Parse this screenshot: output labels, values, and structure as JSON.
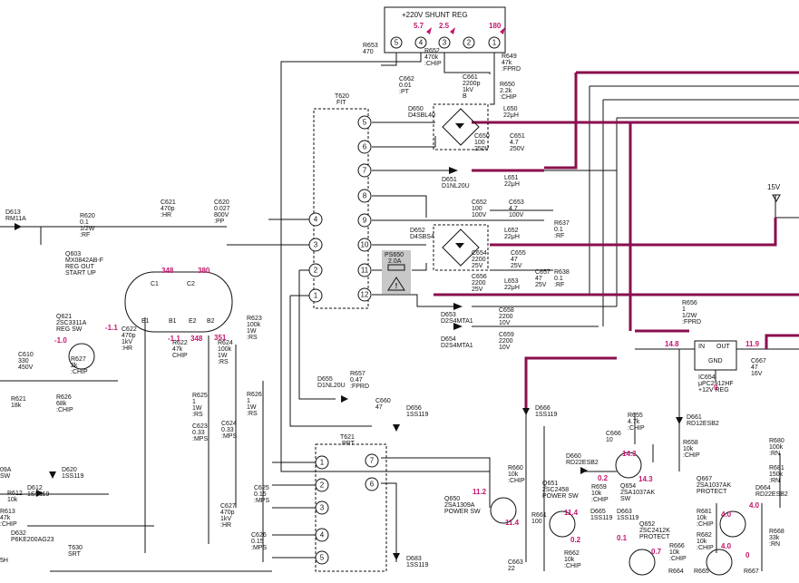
{
  "title": "+220V SHUNT REG",
  "supply": "15V",
  "connector_pins": [
    "5",
    "4",
    "3",
    "2",
    "1"
  ],
  "pin_voltages": [
    "5.7",
    "2.5",
    "180"
  ],
  "transformer_t620": {
    "ref": "T620",
    "type": "FIT",
    "primary_pins": [
      "4",
      "3",
      "2",
      "1"
    ],
    "secondary_pins": [
      "5",
      "6",
      "7",
      "8",
      "9",
      "10",
      "11",
      "12"
    ]
  },
  "transformer_t621": {
    "ref": "T621",
    "type": "PRT",
    "left_pins": [
      "1",
      "2",
      "3",
      "4",
      "5"
    ],
    "right_pins": [
      "7",
      "6"
    ]
  },
  "fuse": {
    "ref": "PS650",
    "rating": "2.0A"
  },
  "components": [
    {
      "id": "r653",
      "text": "R653\n470"
    },
    {
      "id": "r652",
      "text": "R652\n470k\n:CHIP"
    },
    {
      "id": "c662",
      "text": "C662\n0.01\n:PT"
    },
    {
      "id": "c661",
      "text": "C661\n2200p\n1kV\nB"
    },
    {
      "id": "r649",
      "text": "R649\n47k\n:FPRD"
    },
    {
      "id": "r650",
      "text": "R650\n2.2k\n:CHIP"
    },
    {
      "id": "d650",
      "text": "D650\nD4SBL40"
    },
    {
      "id": "l650",
      "text": "L650\n22μH"
    },
    {
      "id": "c650",
      "text": "C650\n100\n250V"
    },
    {
      "id": "c651",
      "text": "C651\n4.7\n250V"
    },
    {
      "id": "d651",
      "text": "D651\nD1NL20U"
    },
    {
      "id": "l651",
      "text": "L651\n22μH"
    },
    {
      "id": "c652",
      "text": "C652\n100\n100V"
    },
    {
      "id": "c653",
      "text": "C653\n4.7\n100V"
    },
    {
      "id": "d652",
      "text": "D652\nD4SBS4"
    },
    {
      "id": "l652",
      "text": "L652\n22μH"
    },
    {
      "id": "c654",
      "text": "C654\n2200\n25V"
    },
    {
      "id": "c655",
      "text": "C655\n47\n25V"
    },
    {
      "id": "c656",
      "text": "C656\n2200\n25V"
    },
    {
      "id": "c657",
      "text": "C657\n47\n25V"
    },
    {
      "id": "l653",
      "text": "L653\n22μH"
    },
    {
      "id": "r637",
      "text": "R637\n0.1\n:RF"
    },
    {
      "id": "r638",
      "text": "R638\n0.1\n:RF"
    },
    {
      "id": "d653",
      "text": "D653\nD2S4MTA1"
    },
    {
      "id": "c658",
      "text": "C658\n2200\n10V"
    },
    {
      "id": "d654",
      "text": "D654\nD2S4MTA1"
    },
    {
      "id": "c659",
      "text": "C659\n2200\n10V"
    },
    {
      "id": "r656",
      "text": "R656\n1\n1/2W\n:FPRD"
    },
    {
      "id": "ic654",
      "text": "IC654\nμPC2912HF\n+12V REG"
    },
    {
      "id": "c667",
      "text": "C667\n47\n16V"
    },
    {
      "id": "d613",
      "text": "D613\nRM11A"
    },
    {
      "id": "r620",
      "text": "R620\n0.1\n1/2W\n:RF"
    },
    {
      "id": "c621",
      "text": "C621\n470p\n:HR"
    },
    {
      "id": "c620",
      "text": "C620\n0.027\n800V\n:PP"
    },
    {
      "id": "q603",
      "text": "Q603\nMX0842AB-F\nREG OUT\nSTART UP"
    },
    {
      "id": "q621",
      "text": "Q621\n2SC3311A\nREG SW"
    },
    {
      "id": "c622",
      "text": "C622\n470p\n1kV\n:HR"
    },
    {
      "id": "r622",
      "text": "R622\n47k\nCHIP"
    },
    {
      "id": "r623",
      "text": "R623\n100k\n1W\n:RS"
    },
    {
      "id": "r624",
      "text": "R624\n100k\n1W\n:RS"
    },
    {
      "id": "c610",
      "text": "C610\n330\n450V"
    },
    {
      "id": "r627",
      "text": "R627\n2k\n:CHIP"
    },
    {
      "id": "r621",
      "text": "R621\n18k"
    },
    {
      "id": "r626",
      "text": "R626\n68k\n:CHIP"
    },
    {
      "id": "r625",
      "text": "R625\n1\n1W\n:RS"
    },
    {
      "id": "r626b",
      "text": "R626\n1\n1W\n:RS"
    },
    {
      "id": "c623",
      "text": "C623\n0.33\n:MPS"
    },
    {
      "id": "c624",
      "text": "C624\n0.33\n:MPS"
    },
    {
      "id": "d655",
      "text": "D655\nD1NL20U"
    },
    {
      "id": "r657",
      "text": "R657\n0.47\n:FPRD"
    },
    {
      "id": "c660",
      "text": "C660\n47"
    },
    {
      "id": "d656",
      "text": "D656\n1SS119"
    },
    {
      "id": "d666",
      "text": "D666\n1SS119"
    },
    {
      "id": "r655",
      "text": "R655\n4.7k\n:CHIP"
    },
    {
      "id": "c666",
      "text": "C666\n10"
    },
    {
      "id": "d661",
      "text": "D661\nRD12ESB2"
    },
    {
      "id": "r658",
      "text": "R658\n10k\n:CHIP"
    },
    {
      "id": "d660",
      "text": "D660\nRD22ESB2"
    },
    {
      "id": "q654",
      "text": "Q654\n2SA1037AK\nSW"
    },
    {
      "id": "r680",
      "text": "R680\n100k\n:RN"
    },
    {
      "id": "r681",
      "text": "R681\n150k\n:RN"
    },
    {
      "id": "q667",
      "text": "Q667\n2SA1037AK\nPROTECT"
    },
    {
      "id": "d664",
      "text": "D664\nRD22ESB2"
    },
    {
      "id": "c625",
      "text": "C625\n0.15\n:MPS"
    },
    {
      "id": "c627",
      "text": "C627\n470p\n1kV\n:HR"
    },
    {
      "id": "c626",
      "text": "C626\n0.15\n:MPS"
    },
    {
      "id": "r660",
      "text": "R660\n10k\n:CHIP"
    },
    {
      "id": "q650",
      "text": "Q650\n2SA1309A\nPOWER SW"
    },
    {
      "id": "r661",
      "text": "R661\n100"
    },
    {
      "id": "q651",
      "text": "Q651\n2SC2458\nPOWER SW"
    },
    {
      "id": "r659",
      "text": "R659\n10k\n:CHIP"
    },
    {
      "id": "d665",
      "text": "D665\n1SS119"
    },
    {
      "id": "d663",
      "text": "D663\n1SS119"
    },
    {
      "id": "q652",
      "text": "Q652\n2SC2412K\nPROTECT"
    },
    {
      "id": "r662",
      "text": "R662\n10k\n:CHIP"
    },
    {
      "id": "r666",
      "text": "R666\n10k\n:CHIP"
    },
    {
      "id": "r664",
      "text": "R664"
    },
    {
      "id": "r665",
      "text": "R665"
    },
    {
      "id": "r681b",
      "text": "R681\n10k\n:CHIP"
    },
    {
      "id": "r682",
      "text": "R682\n10k\n:CHIP"
    },
    {
      "id": "r667",
      "text": "R667"
    },
    {
      "id": "r668",
      "text": "R668\n33k\n:RN"
    },
    {
      "id": "c663",
      "text": "C663\n22"
    },
    {
      "id": "d683",
      "text": "D683\n1SS119"
    },
    {
      "id": "d620",
      "text": "D620\n1SS119"
    },
    {
      "id": "r612",
      "text": "R612\n10k"
    },
    {
      "id": "d612",
      "text": "D612\n1SS119"
    },
    {
      "id": "r613",
      "text": "R613\n47k\n:CHIP"
    },
    {
      "id": "d632",
      "text": "D632\nP6KE200AG23"
    },
    {
      "id": "t630",
      "text": "T630\nSRT"
    },
    {
      "id": "q09a",
      "text": "09A\nSW"
    },
    {
      "id": "h",
      "text": "5H"
    }
  ],
  "voltages": {
    "q603_c1": "348",
    "q603_c2": "380",
    "q603_b1": "-1.1",
    "q603_e2": "348",
    "q603_b2": "351",
    "q621_b": "-1.0",
    "q621_c": "-1.1",
    "ic_in": "14.8",
    "ic_out": "11.9",
    "ic_gnd": "0",
    "q654_e": "14.3",
    "q654_b": "0.2",
    "q654_c": "14.3",
    "q650_b": "11.2",
    "q650_e": "11.4",
    "q651_c": "11.4",
    "q651_b": "0.2",
    "q652_c": "0.7",
    "q652_b": "0.1",
    "q667_e": "4.0",
    "q667_b": "4.0",
    "q667_c": "4.0",
    "q667_x": "0"
  },
  "pins_labels": {
    "in": "IN",
    "out": "OUT",
    "gnd": "GND",
    "c1": "C1",
    "c2": "C2",
    "b1": "B1",
    "e1": "E1",
    "e2": "E2",
    "b2": "B2",
    "e": "E"
  }
}
